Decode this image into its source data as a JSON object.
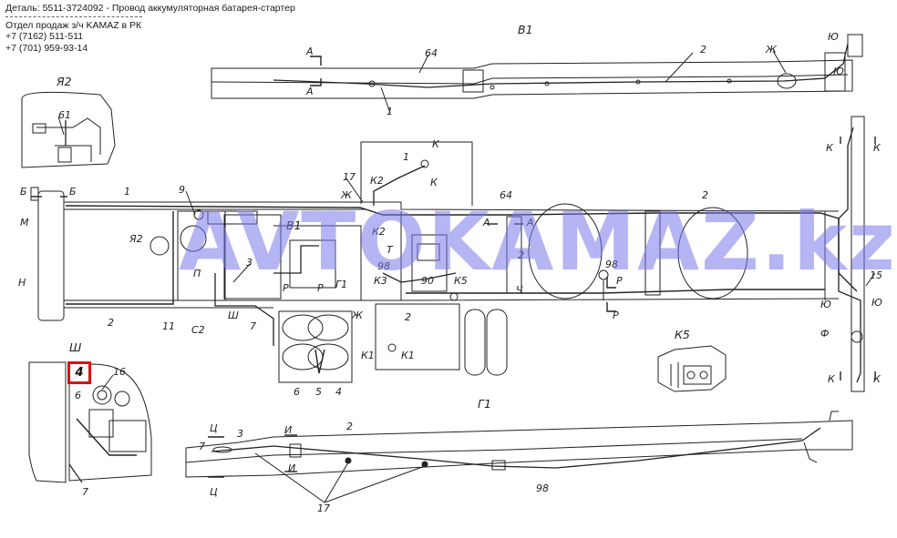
{
  "header": {
    "part_line": "Деталь: 5511-3724092 - Провод аккумуляторная батарея-стартер",
    "dept": "Отдел продаж з/ч KAMAZ в РК",
    "phone1": "+7 (7162) 511-511",
    "phone2": "+7 (701) 959-93-14"
  },
  "watermark": "AVTOKAMAZ.kz",
  "highlight_label": "4",
  "views": {
    "b1": "В1",
    "ya2": "Я2",
    "sh": "Ш",
    "k5": "К5",
    "g1": "Г1"
  },
  "labels": {
    "a": "А",
    "b": "Б",
    "m": "М",
    "n": "Н",
    "k": "К",
    "k1": "К1",
    "k2": "К2",
    "k3": "К3",
    "zh": "Ж",
    "yu": "Ю",
    "r": "Р",
    "ch": "Ч",
    "p": "П",
    "s2": "С2",
    "f": "Ф",
    "ts": "Ц",
    "i": "И",
    "t": "Т"
  },
  "numbers": {
    "n1": "1",
    "n2": "2",
    "n3": "3",
    "n4": "4",
    "n5": "5",
    "n6": "6",
    "n7": "7",
    "n9": "9",
    "n11": "11",
    "n15": "15",
    "n16": "16",
    "n17": "17",
    "n61": "61",
    "n64": "64",
    "n90": "90",
    "n98": "98"
  },
  "colors": {
    "line": "#222222",
    "watermark": "#7878eb",
    "highlight": "#e01010"
  }
}
